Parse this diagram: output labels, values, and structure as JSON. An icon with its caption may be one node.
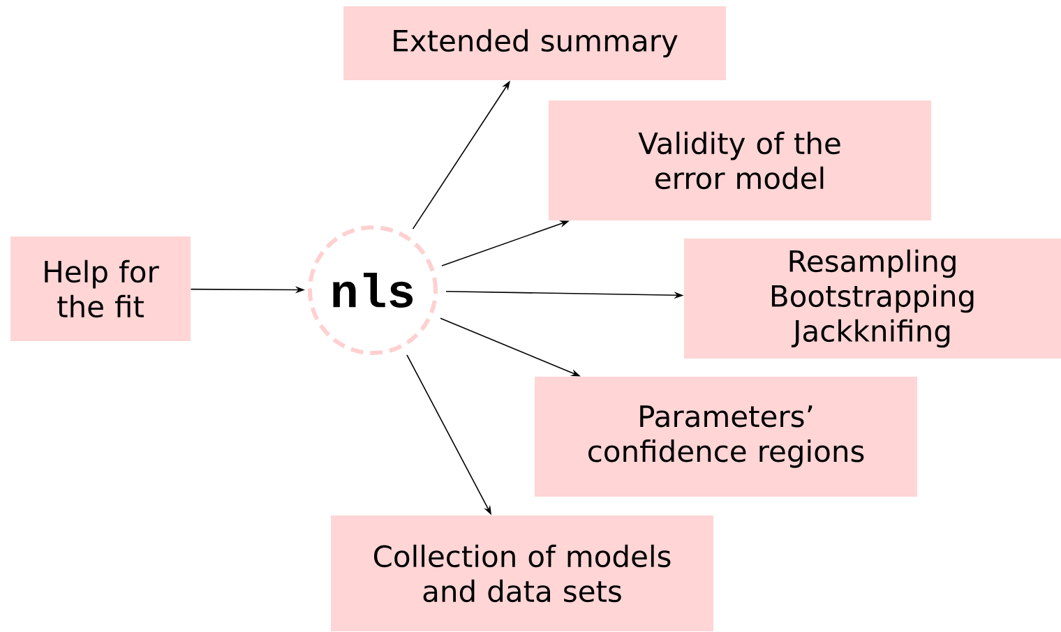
{
  "diagram": {
    "nodes": [
      {
        "text": [
          "Help for the fit"
        ]
      },
      {
        "text": [
          "nls"
        ]
      },
      {
        "text": [
          "Extended summary"
        ]
      },
      {
        "text": [
          "Validity of the error model"
        ]
      },
      {
        "text": [
          "Resampling Bootstrapping Jackknifing"
        ]
      },
      {
        "text": [
          "Parameters’ confidence regions"
        ]
      },
      {
        "text": [
          "Collection of models and data sets"
        ]
      }
    ],
    "edges": [
      {
        "from": 0,
        "to": 1,
        "arrow": "to"
      },
      {
        "from": 1,
        "to": 2,
        "arrow": "to"
      },
      {
        "from": 1,
        "to": 3,
        "arrow": "to"
      },
      {
        "from": 1,
        "to": 4,
        "arrow": "to"
      },
      {
        "from": 1,
        "to": 5,
        "arrow": "to"
      },
      {
        "from": 1,
        "to": 6,
        "arrow": "to"
      }
    ]
  }
}
